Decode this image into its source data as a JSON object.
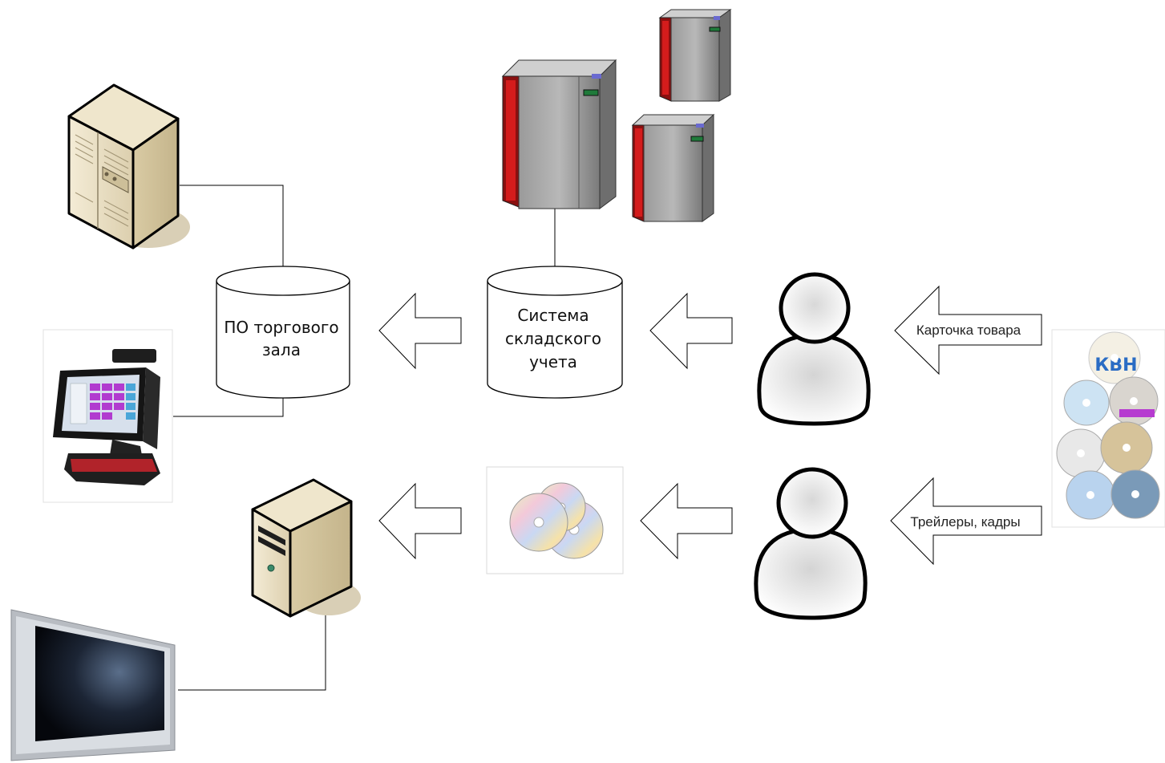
{
  "nodes": {
    "trading_db": {
      "label_line1": "ПО торгового",
      "label_line2": "зала"
    },
    "warehouse_db": {
      "label_line1": "Система",
      "label_line2": "складского",
      "label_line3": "учета"
    }
  },
  "arrows": {
    "product_card": {
      "label": "Карточка товара"
    },
    "trailers": {
      "label": "Трейлеры, кадры"
    }
  },
  "dvd_covers": {
    "logo_text": "КВН"
  },
  "colors": {
    "server_red": "#c01818",
    "server_gray": "#8c8c8c",
    "beige_pc": "#eadfc3",
    "line": "#000000"
  }
}
